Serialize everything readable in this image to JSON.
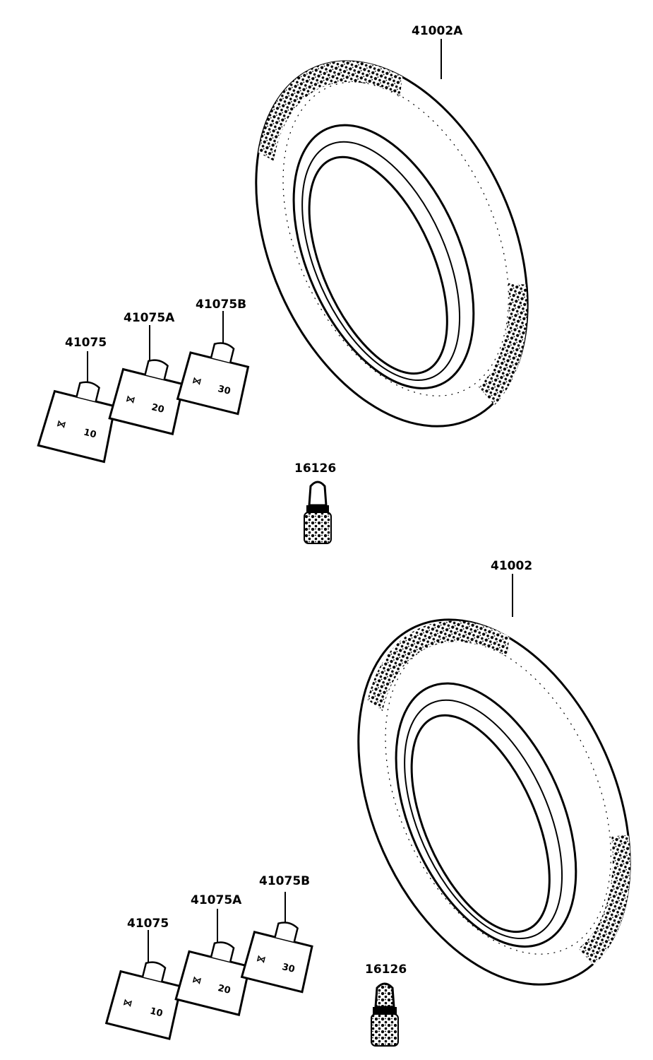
{
  "parts": {
    "tire_upper": "41002A",
    "tire_lower": "41002",
    "weights_upper": [
      "41075",
      "41075A",
      "41075B"
    ],
    "weights_lower": [
      "41075",
      "41075A",
      "41075B"
    ],
    "valve_upper": "16126",
    "valve_lower": "16126"
  },
  "weight_marks": [
    "10",
    "20",
    "30"
  ],
  "colors": {
    "ink": "#000000",
    "paper": "#ffffff"
  }
}
